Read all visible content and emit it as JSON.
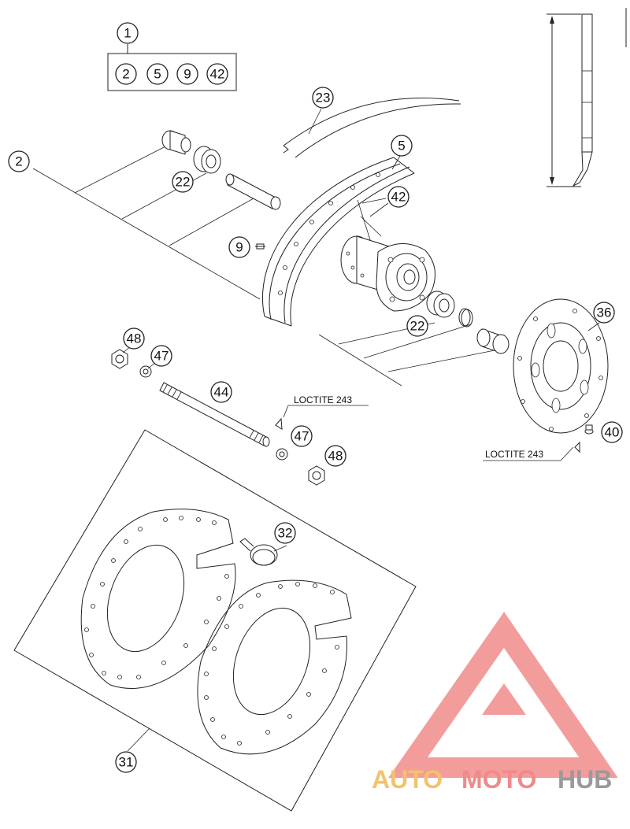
{
  "callouts": {
    "c1": "1",
    "c2_kit": "2",
    "c5_kit": "5",
    "c9_kit": "9",
    "c42_kit": "42",
    "c2": "2",
    "c22a": "22",
    "c23": "23",
    "c5": "5",
    "c42": "42",
    "c9": "9",
    "c22b": "22",
    "c36": "36",
    "c48a": "48",
    "c47a": "47",
    "c44": "44",
    "c47b": "47",
    "c48b": "48",
    "c40": "40",
    "c32": "32",
    "c31": "31"
  },
  "notes": {
    "loctite_axle": "LOCTITE 243",
    "loctite_disc": "LOCTITE 243"
  },
  "watermark": {
    "part1": "AUTO",
    "part2": "MOTO",
    "part3": "HUB",
    "colors": {
      "auto": "#f4c26a",
      "moto": "#f08a8a",
      "hub": "#9a9a9a",
      "logo": "#f28b8b"
    }
  }
}
